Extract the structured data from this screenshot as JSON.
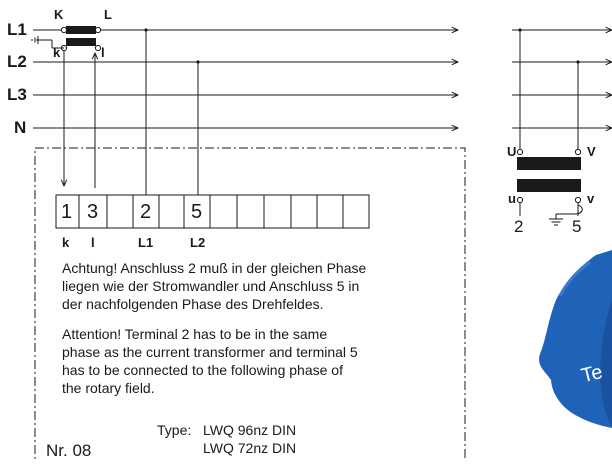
{
  "phases": [
    "L1",
    "L2",
    "L3",
    "N"
  ],
  "ct_primary": {
    "k_upper": "K",
    "l_upper": "L"
  },
  "ct_secondary": {
    "k_lower": "k",
    "l_lower": "l"
  },
  "terminals": [
    "1",
    "3",
    "",
    "2",
    "",
    "5",
    "",
    "",
    "",
    ""
  ],
  "terminal_labels": {
    "t1": "k",
    "t3": "l",
    "t2": "L1",
    "t5": "L2"
  },
  "note_de": [
    "Achtung! Anschluss 2 muß in der gleichen Phase",
    "liegen wie der Stromwandler und Anschluss 5 in",
    "der nachfolgenden Phase des Drehfeldes."
  ],
  "note_en": [
    "Attention! Terminal 2 has to be in the same",
    "phase as the current transformer and terminal 5",
    "has to be connected to the following phase of",
    "the rotary field."
  ],
  "type_label": "Type:",
  "type_lines": [
    "LWQ 96nz DIN",
    "LWQ 72nz DIN"
  ],
  "number": "Nr. 08",
  "vt": {
    "U": "U",
    "V": "V",
    "u": "u",
    "v": "v",
    "t2": "2",
    "t5": "5"
  },
  "logo_text": "Te",
  "colors": {
    "line": "#1a1a1a",
    "logo_blue": "#1f63b8",
    "logo_dark": "#15468a"
  }
}
